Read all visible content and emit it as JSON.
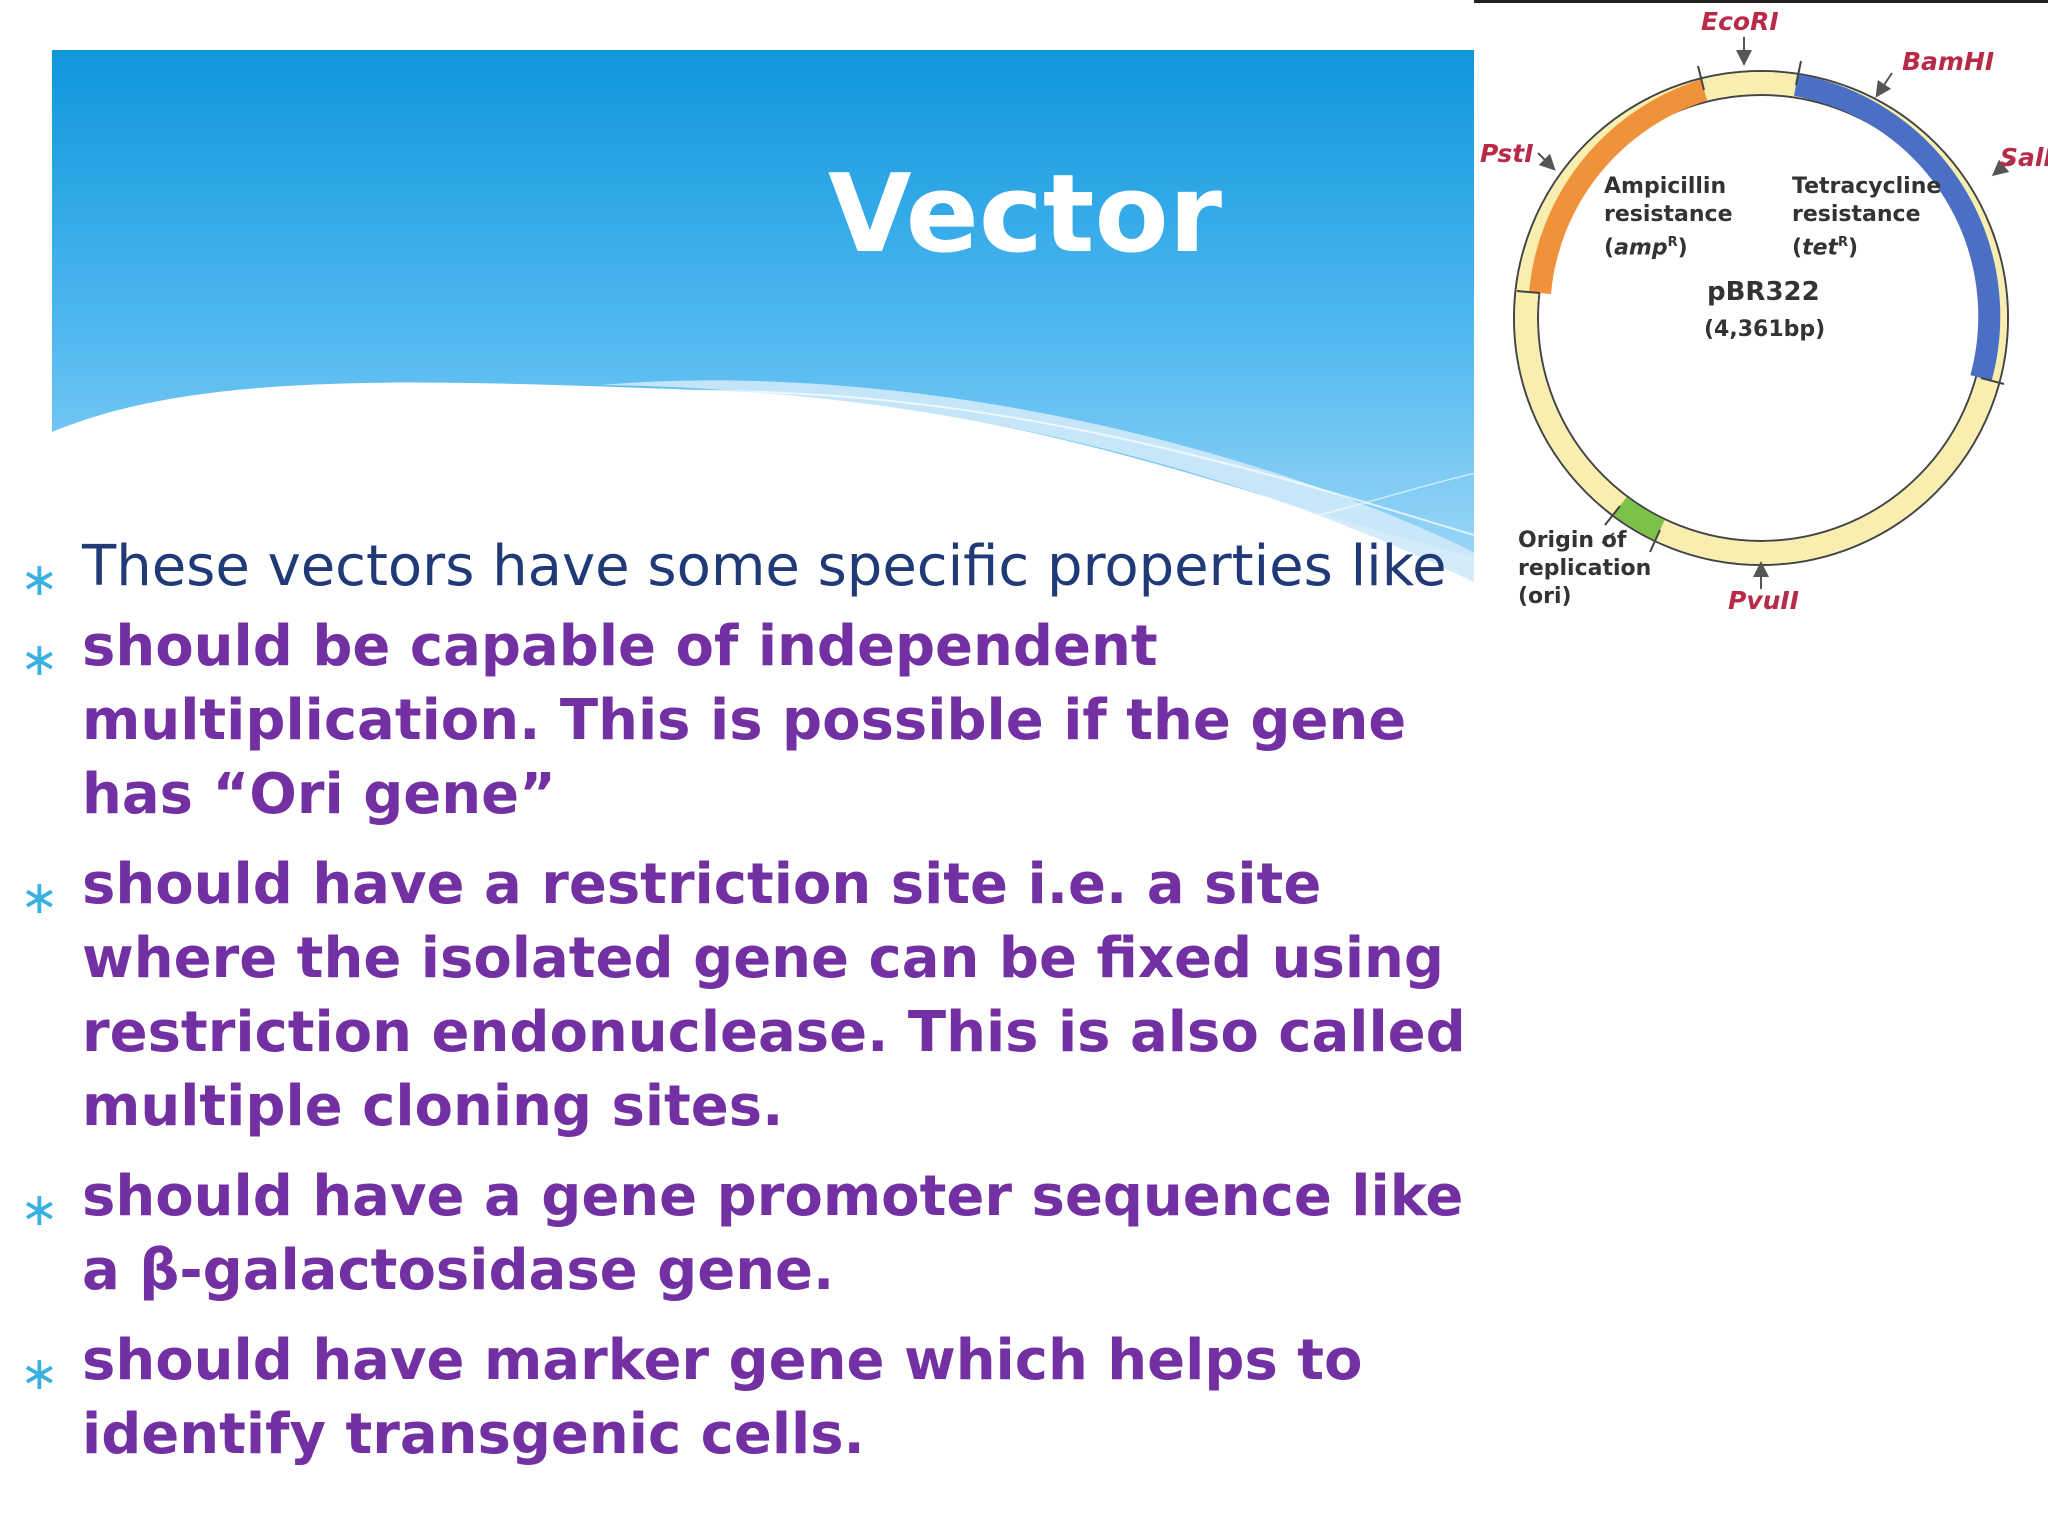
{
  "slide": {
    "title": "Vector",
    "bullets": [
      {
        "text": "These vectors have some specific properties like",
        "style": "intro"
      },
      {
        "text": " should be capable of independent multiplication. This is possible if the gene has “Ori gene”",
        "style": "emphasis"
      },
      {
        "text": " should have a restriction site i.e. a site where the isolated gene can be fixed using restriction endonuclease. This is also called multiple cloning sites.",
        "style": "emphasis"
      },
      {
        "text": " should have a gene promoter sequence like a β-galactosidase gene.",
        "style": "emphasis"
      },
      {
        "text": "should have marker gene which helps to identify transgenic cells.",
        "style": "emphasis"
      }
    ],
    "bullet_marker": "∗"
  },
  "plasmid_map": {
    "name": "pBR322",
    "size": "(4,361bp)",
    "restriction_sites": [
      "EcoRI",
      "BamHI",
      "SalI",
      "PstI",
      "PvuII"
    ],
    "labels": {
      "amp": {
        "line1": "Ampicillin",
        "line2": "resistance",
        "gene": "amp",
        "sup": "R"
      },
      "tet": {
        "line1": "Tetracycline",
        "line2": "resistance",
        "gene": "tet",
        "sup": "R"
      },
      "ori": {
        "line1": "Origin of",
        "line2": "replication",
        "line3": "(ori)"
      }
    }
  },
  "colors": {
    "title": "#ffffff",
    "intro_text": "#1f3a77",
    "bullet_text": "#7230a3",
    "bullet_marker": "#39b0e0",
    "restriction_site": "#b72a48",
    "amp_segment": "#f0923a",
    "tet_segment": "#4a6fc4",
    "ori_segment": "#7cc24a",
    "ring_base": "#f7eeb0"
  }
}
